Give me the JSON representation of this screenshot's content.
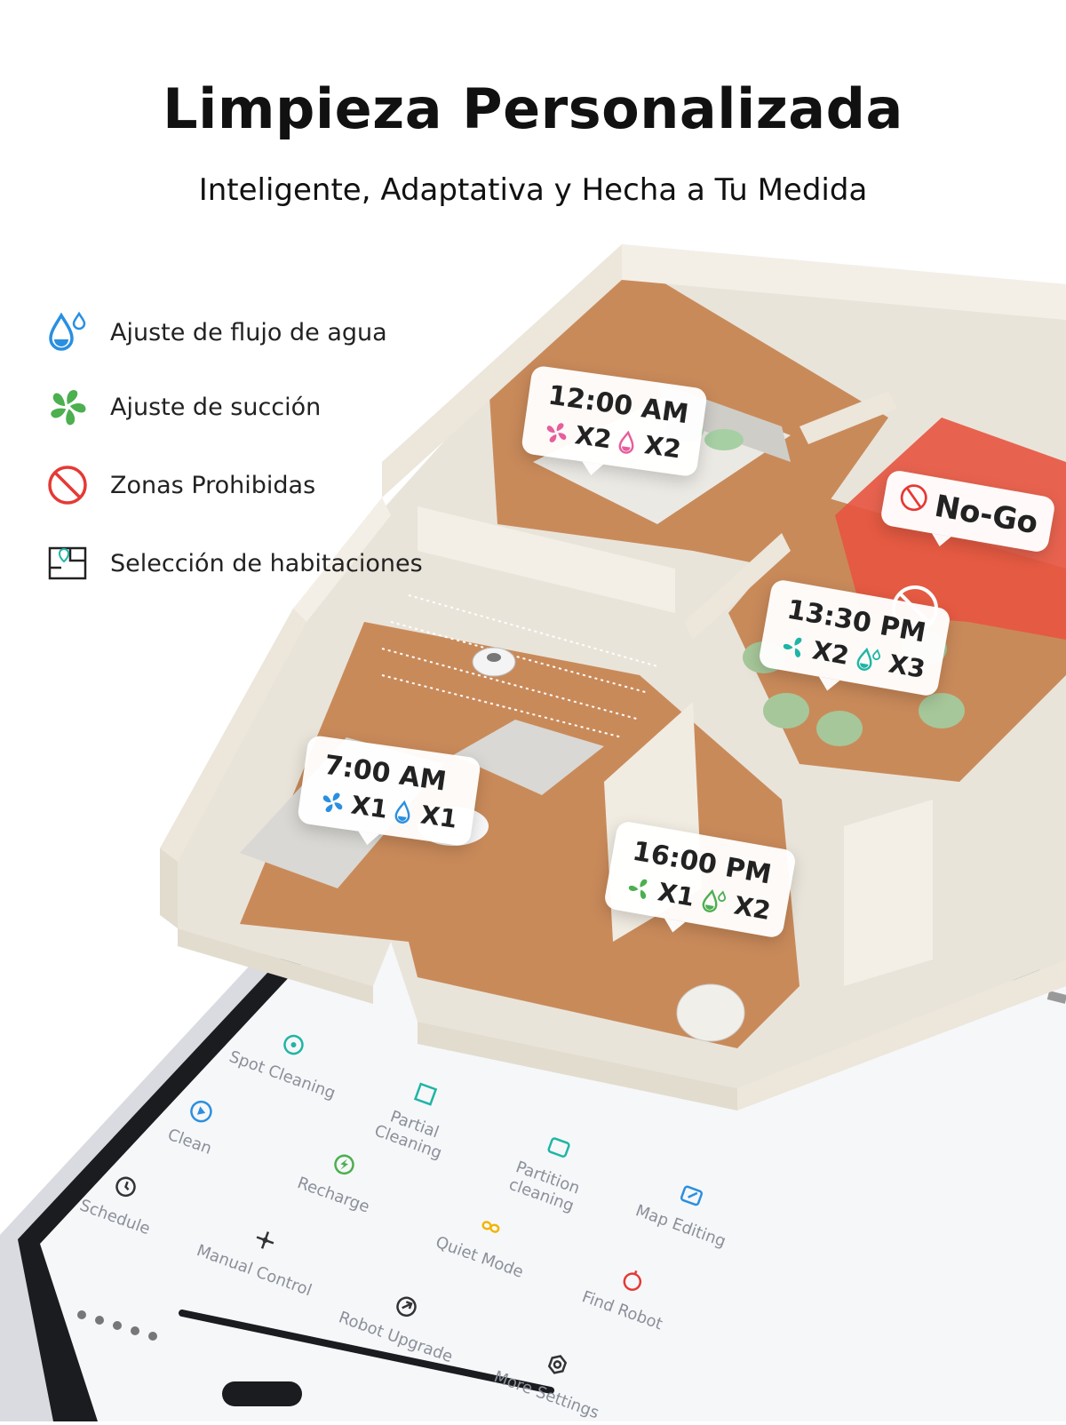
{
  "header": {
    "title": "Limpieza Personalizada",
    "subtitle": "Inteligente, Adaptativa y Hecha a Tu Medida"
  },
  "features": [
    {
      "icon": "water-drop-icon",
      "label": "Ajuste de flujo de agua"
    },
    {
      "icon": "fan-icon",
      "label": "Ajuste de succión"
    },
    {
      "icon": "no-entry-icon",
      "label": "Zonas Prohibidas"
    },
    {
      "icon": "room-map-icon",
      "label": "Selección de habitaciones"
    }
  ],
  "bubbles": {
    "bedroom": {
      "time": "12:00 AM",
      "suction": "X2",
      "water": "X2"
    },
    "dining": {
      "time": "13:30 PM",
      "suction": "X2",
      "water": "X3"
    },
    "living": {
      "time": "7:00 AM",
      "suction": "X1",
      "water": "X1"
    },
    "study": {
      "time": "16:00 PM",
      "suction": "X1",
      "water": "X2"
    }
  },
  "nogo": {
    "label": "No-Go"
  },
  "app_menu": [
    {
      "label": "Spot Cleaning",
      "icon": "spot-icon"
    },
    {
      "label": "Partial Cleaning",
      "icon": "partial-icon"
    },
    {
      "label": "Clean",
      "icon": "play-icon"
    },
    {
      "label": "Partition cleaning",
      "icon": "partition-icon"
    },
    {
      "label": "Recharge",
      "icon": "recharge-icon"
    },
    {
      "label": "Map Editing",
      "icon": "map-edit-icon"
    },
    {
      "label": "Schedule",
      "icon": "clock-icon"
    },
    {
      "label": "Quiet Mode",
      "icon": "quiet-icon"
    },
    {
      "label": "Manual Control",
      "icon": "joystick-icon"
    },
    {
      "label": "Find Robot",
      "icon": "find-icon"
    },
    {
      "label": "Robot Upgrade",
      "icon": "upgrade-icon"
    },
    {
      "label": "More Settings",
      "icon": "settings-icon"
    }
  ],
  "colors": {
    "water": "#2a8fe0",
    "suction_green": "#4caf50",
    "suction_pink": "#e85d9c",
    "suction_teal": "#1fb5a6",
    "nogo_red": "#e53935",
    "floor": "#c98a5a",
    "wall": "#f3efe7"
  }
}
